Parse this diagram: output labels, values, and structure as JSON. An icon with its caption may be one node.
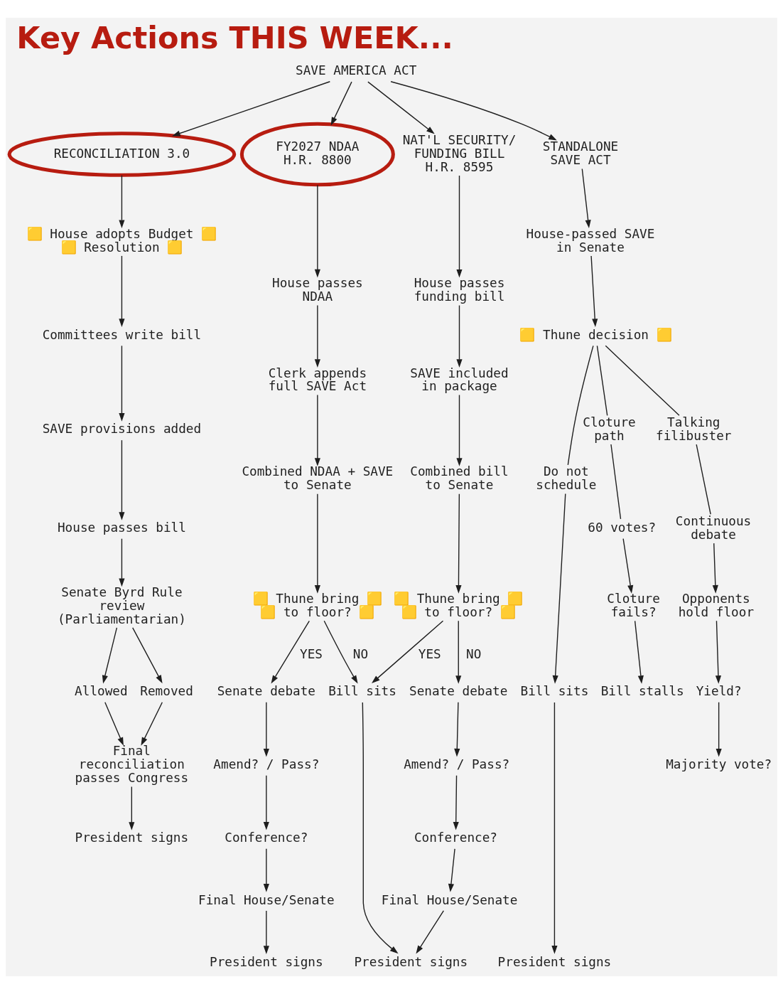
{
  "diagram": {
    "title": "Key Actions THIS WEEK...",
    "nodes": [
      {
        "text": [
          "SAVE AMERICA ACT"
        ]
      },
      {
        "text": [
          "RECONCILIATION 3.0"
        ]
      },
      {
        "text": [
          "FY2027 NDAA H.R. 8800"
        ]
      },
      {
        "text": [
          "NAT'L SECURITY/ FUNDING BILL H.R. 8595"
        ]
      },
      {
        "text": [
          "STANDALONE SAVE ACT"
        ]
      },
      {
        "text": [
          "🟨 House adopts Budget 🟨 🟨 Resolution 🟨"
        ]
      },
      {
        "text": [
          "House passes NDAA"
        ]
      },
      {
        "text": [
          "House passes funding bill"
        ]
      },
      {
        "text": [
          "House-passed SAVE in Senate"
        ]
      },
      {
        "text": [
          "Committees write bill"
        ]
      },
      {
        "text": [
          "Clerk appends full SAVE Act"
        ]
      },
      {
        "text": [
          "SAVE included in package"
        ]
      },
      {
        "text": [
          "🟨 Thune decision 🟨"
        ]
      },
      {
        "text": [
          "SAVE provisions added"
        ]
      },
      {
        "text": [
          "Combined NDAA + SAVE to Senate"
        ]
      },
      {
        "text": [
          "Combined bill to Senate"
        ]
      },
      {
        "text": [
          "Do not schedule"
        ]
      },
      {
        "text": [
          "Cloture path"
        ]
      },
      {
        "text": [
          "Talking filibuster"
        ]
      },
      {
        "text": [
          "House passes bill"
        ]
      },
      {
        "text": [
          "🟨 Thune bring 🟨 🟨 to floor? 🟨"
        ]
      },
      {
        "text": [
          "🟨 Thune bring 🟨 🟨 to floor? 🟨"
        ]
      },
      {
        "text": [
          "60 votes?"
        ]
      },
      {
        "text": [
          "Continuous debate"
        ]
      },
      {
        "text": [
          "Senate Byrd Rule review (Parliamentarian)"
        ]
      },
      {
        "text": [
          "Cloture fails?"
        ]
      },
      {
        "text": [
          "Opponents hold floor"
        ]
      },
      {
        "text": [
          "Bill stalls"
        ]
      },
      {
        "text": [
          "Allowed"
        ]
      },
      {
        "text": [
          "Removed"
        ]
      },
      {
        "text": [
          "Senate debate"
        ]
      },
      {
        "text": [
          "Bill sits"
        ]
      },
      {
        "text": [
          "Senate debate"
        ]
      },
      {
        "text": [
          "Bill sits"
        ]
      },
      {
        "text": [
          "Yield?"
        ]
      },
      {
        "text": [
          "Majority vote?"
        ]
      },
      {
        "text": [
          "Amend? / Pass?"
        ]
      },
      {
        "text": [
          "Amend? / Pass?"
        ]
      },
      {
        "text": [
          "Final reconciliation passes Congress"
        ]
      },
      {
        "text": [
          "Conference?"
        ]
      },
      {
        "text": [
          "Conference?"
        ]
      },
      {
        "text": [
          "President signs"
        ]
      },
      {
        "text": [
          "Final House/Senate"
        ]
      },
      {
        "text": [
          "Final House/Senate"
        ]
      },
      {
        "text": [
          "President signs"
        ]
      },
      {
        "text": [
          "President signs"
        ]
      },
      {
        "text": [
          "President signs"
        ]
      }
    ],
    "edges": [
      {
        "from": 0,
        "to": 1,
        "arrow": "to"
      },
      {
        "from": 0,
        "to": 2,
        "arrow": "to"
      },
      {
        "from": 0,
        "to": 3,
        "arrow": "to"
      },
      {
        "from": 0,
        "to": 4,
        "arrow": "to"
      },
      {
        "from": 1,
        "to": 5,
        "arrow": "to"
      },
      {
        "from": 5,
        "to": 9,
        "arrow": "to"
      },
      {
        "from": 9,
        "to": 13,
        "arrow": "to"
      },
      {
        "from": 13,
        "to": 19,
        "arrow": "to"
      },
      {
        "from": 19,
        "to": 24,
        "arrow": "to"
      },
      {
        "from": 24,
        "to": 28,
        "arrow": "to"
      },
      {
        "from": 24,
        "to": 29,
        "arrow": "to"
      },
      {
        "from": 28,
        "to": 38,
        "arrow": "to"
      },
      {
        "from": 29,
        "to": 38,
        "arrow": "to"
      },
      {
        "from": 38,
        "to": 41,
        "arrow": "to"
      },
      {
        "from": 2,
        "to": 6,
        "arrow": "to"
      },
      {
        "from": 6,
        "to": 10,
        "arrow": "to"
      },
      {
        "from": 10,
        "to": 14,
        "arrow": "to"
      },
      {
        "from": 14,
        "to": 20,
        "arrow": "to"
      },
      {
        "from": 20,
        "to": 30,
        "arrow": "to",
        "label": "YES"
      },
      {
        "from": 20,
        "to": 31,
        "arrow": "to",
        "label": "NO"
      },
      {
        "from": 3,
        "to": 7,
        "arrow": "to"
      },
      {
        "from": 7,
        "to": 11,
        "arrow": "to"
      },
      {
        "from": 11,
        "to": 15,
        "arrow": "to"
      },
      {
        "from": 15,
        "to": 21,
        "arrow": "to"
      },
      {
        "from": 21,
        "to": 31,
        "arrow": "to",
        "label": "YES"
      },
      {
        "from": 21,
        "to": 32,
        "arrow": "to",
        "label": "NO"
      },
      {
        "from": 4,
        "to": 8,
        "arrow": "to"
      },
      {
        "from": 8,
        "to": 12,
        "arrow": "to"
      },
      {
        "from": 12,
        "to": 16,
        "arrow": "none"
      },
      {
        "from": 12,
        "to": 17,
        "arrow": "none"
      },
      {
        "from": 12,
        "to": 18,
        "arrow": "none"
      },
      {
        "from": 16,
        "to": 33,
        "arrow": "to"
      },
      {
        "from": 17,
        "to": 22,
        "arrow": "none"
      },
      {
        "from": 22,
        "to": 25,
        "arrow": "to"
      },
      {
        "from": 25,
        "to": 27,
        "arrow": "to"
      },
      {
        "from": 18,
        "to": 23,
        "arrow": "none"
      },
      {
        "from": 23,
        "to": 26,
        "arrow": "to"
      },
      {
        "from": 26,
        "to": 34,
        "arrow": "to"
      },
      {
        "from": 34,
        "to": 35,
        "arrow": "to"
      },
      {
        "from": 30,
        "to": 36,
        "arrow": "to"
      },
      {
        "from": 36,
        "to": 39,
        "arrow": "to"
      },
      {
        "from": 39,
        "to": 42,
        "arrow": "to"
      },
      {
        "from": 42,
        "to": 44,
        "arrow": "to"
      },
      {
        "from": 32,
        "to": 37,
        "arrow": "to"
      },
      {
        "from": 37,
        "to": 40,
        "arrow": "to"
      },
      {
        "from": 40,
        "to": 43,
        "arrow": "to"
      },
      {
        "from": 43,
        "to": 45,
        "arrow": "to"
      },
      {
        "from": 31,
        "to": 45,
        "arrow": "to"
      },
      {
        "from": 33,
        "to": 46,
        "arrow": "to"
      }
    ]
  }
}
